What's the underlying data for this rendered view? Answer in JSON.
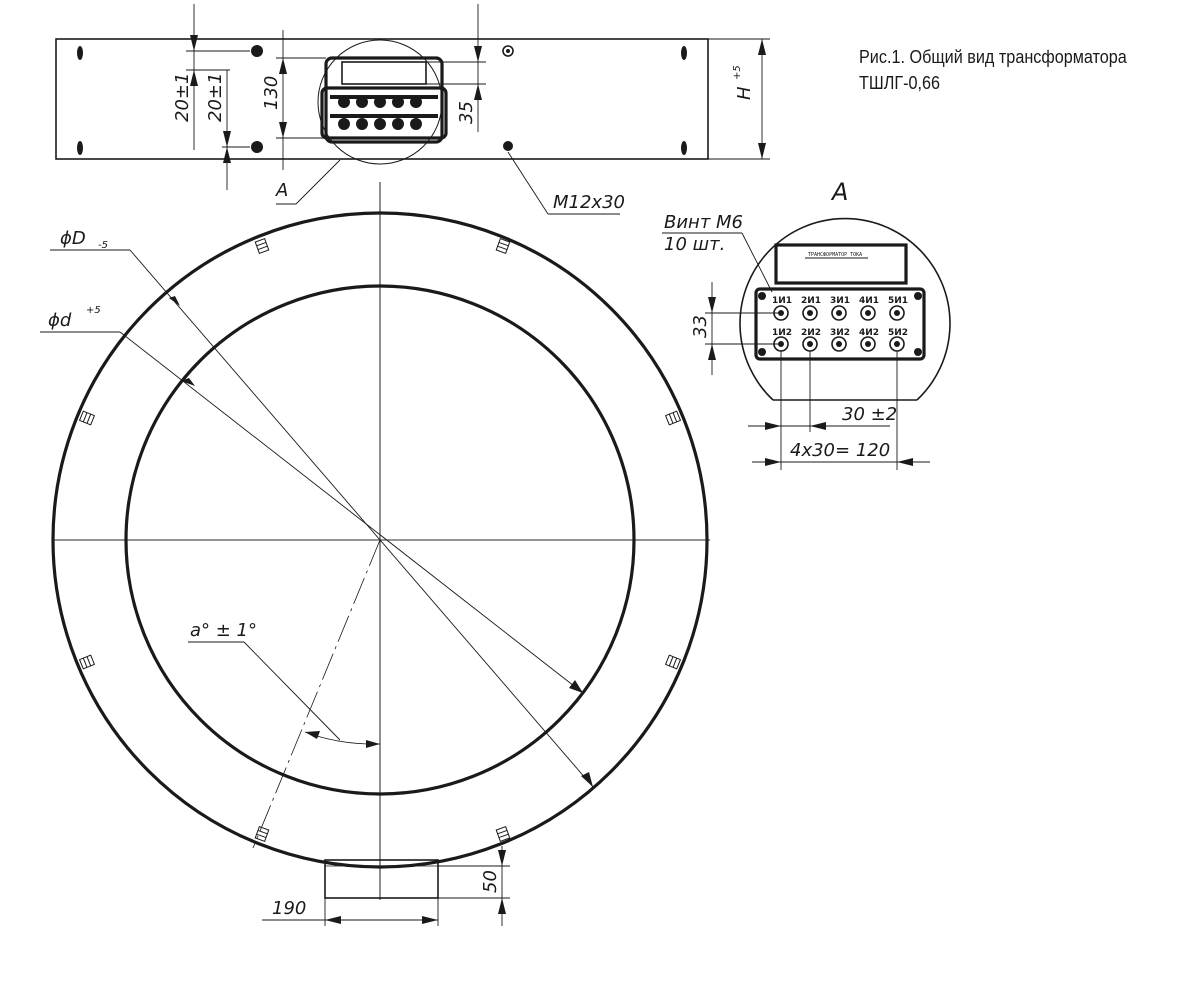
{
  "caption": {
    "line1": "Рис.1. Общий вид трансформатора",
    "line2": "ТШЛГ-0,66"
  },
  "top_view": {
    "dim_pitch_left": "20±1",
    "dim_pitch_right": "20±1",
    "dim_box_height": "130",
    "dim_label_height": "35",
    "dim_height": "H",
    "dim_height_tol": "+5",
    "detail_callout": "A",
    "bolt_label": "M12x30"
  },
  "main_view": {
    "outer_diameter": "ϕD",
    "outer_diameter_tol": "-5",
    "inner_diameter": "ϕd",
    "inner_diameter_tol": "+5",
    "angle_label": "a° ± 1°",
    "base_width": "190",
    "base_height": "50"
  },
  "detail_a": {
    "title": "A",
    "screw_label_1": "Винт М6",
    "screw_label_2": "10 шт.",
    "nameplate_text": "ТРАНСФОРМАТОР ТОКА",
    "terminals_top": [
      "1И1",
      "2И1",
      "3И1",
      "4И1",
      "5И1"
    ],
    "terminals_bottom": [
      "1И2",
      "2И2",
      "3И2",
      "4И2",
      "5И2"
    ],
    "dim_row_spacing": "33",
    "dim_pitch": "30 ±2",
    "dim_total": "4x30= 120"
  }
}
